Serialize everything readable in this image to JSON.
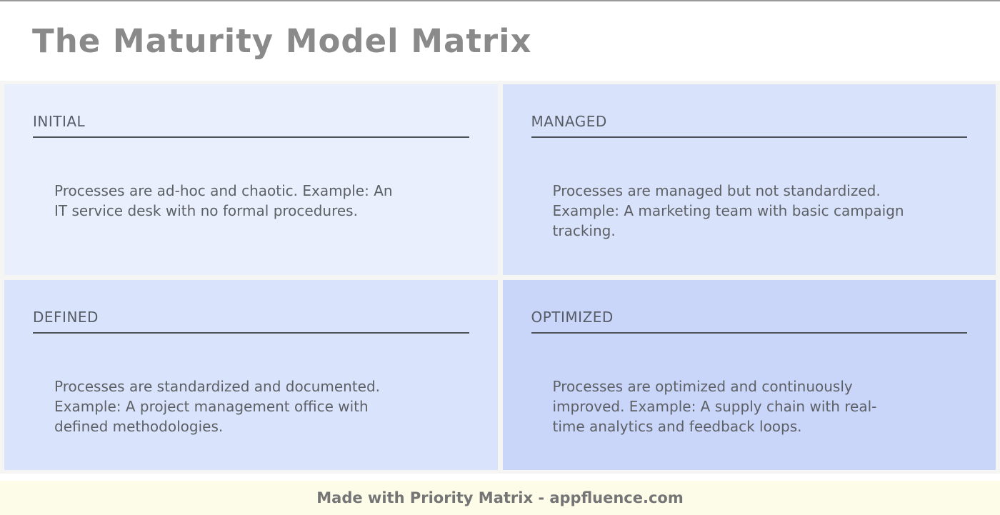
{
  "page": {
    "title": "The Maturity Model Matrix",
    "footer_credit": "Made with Priority Matrix - appfluence.com"
  },
  "quadrants": [
    {
      "label": "INITIAL",
      "description": "Processes are ad-hoc and chaotic. Example: An\nIT service desk with no formal procedures."
    },
    {
      "label": "MANAGED",
      "description": "Processes are managed but not standardized.\nExample: A marketing team with basic campaign\ntracking."
    },
    {
      "label": "DEFINED",
      "description": "Processes are standardized and documented.\nExample: A project management office with\ndefined methodologies."
    },
    {
      "label": "OPTIMIZED",
      "description": "Processes are optimized and continuously\nimproved. Example: A supply chain with real-\ntime analytics and feedback loops."
    }
  ],
  "colors": {
    "top_border": "#9a9a9a",
    "title_color": "#8a8a8a",
    "grid_gap_bg": "#f5f6f3",
    "quadrant_initial_bg": "#e9effc",
    "quadrant_managed_bg": "#d8e2fb",
    "quadrant_defined_bg": "#d9e3fc",
    "quadrant_optimized_bg": "#c9d5f9",
    "heading_color": "#565d66",
    "rule_color": "#4e535a",
    "body_color": "#5d6165",
    "footer_bg": "#fcfce9",
    "footer_color": "#757575"
  }
}
